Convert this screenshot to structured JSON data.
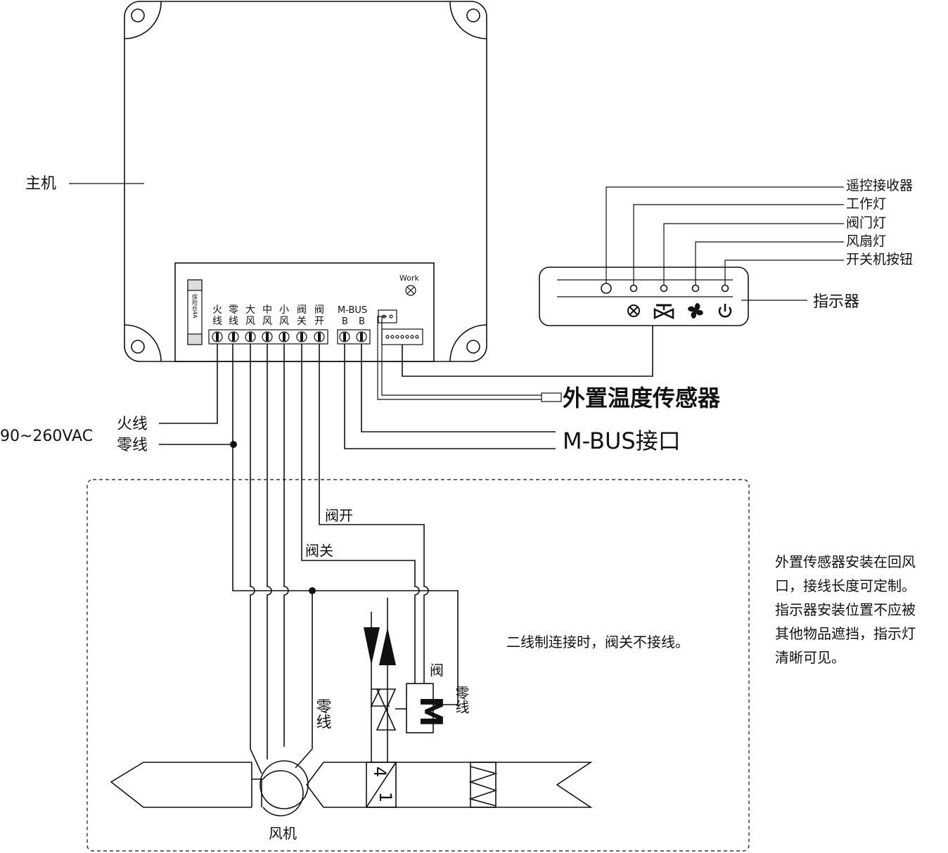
{
  "labels": {
    "main_unit": "主机",
    "live_wire": "火线",
    "neutral_wire": "零线",
    "voltage": "90~260VAC",
    "indicator": "指示器",
    "ext_sensor": "外置温度传感器",
    "mbus_interface": "M-BUS接口",
    "valve_open": "阀开",
    "valve_close": "阀关",
    "valve": "阀",
    "neutral_small": "零线",
    "neutral_fan": "零线",
    "fan": "风机",
    "two_wire_note": "二线制连接时，阀关不接线。",
    "fuse": "保险丝4A",
    "work": "Work"
  },
  "terminals": [
    [
      "火",
      "线"
    ],
    [
      "零",
      "线"
    ],
    [
      "大",
      "风"
    ],
    [
      "中",
      "风"
    ],
    [
      "小",
      "风"
    ],
    [
      "阀",
      "关"
    ],
    [
      "阀",
      "开"
    ]
  ],
  "mbus": {
    "title": "M-BUS",
    "b1": "B",
    "b2": "B"
  },
  "indicator_items": [
    "遥控接收器",
    "工作灯",
    "阀门灯",
    "风扇灯",
    "开关机按钮"
  ],
  "note_lines": [
    "外置传感器安装在回风",
    "口，接线长度可定制。",
    "指示器安装位置不应被",
    "其他物品遮挡，指示灯",
    "清晰可见。"
  ],
  "actuator": {
    "motor_letter": "M",
    "num_top": "4",
    "num_bottom": "1"
  }
}
